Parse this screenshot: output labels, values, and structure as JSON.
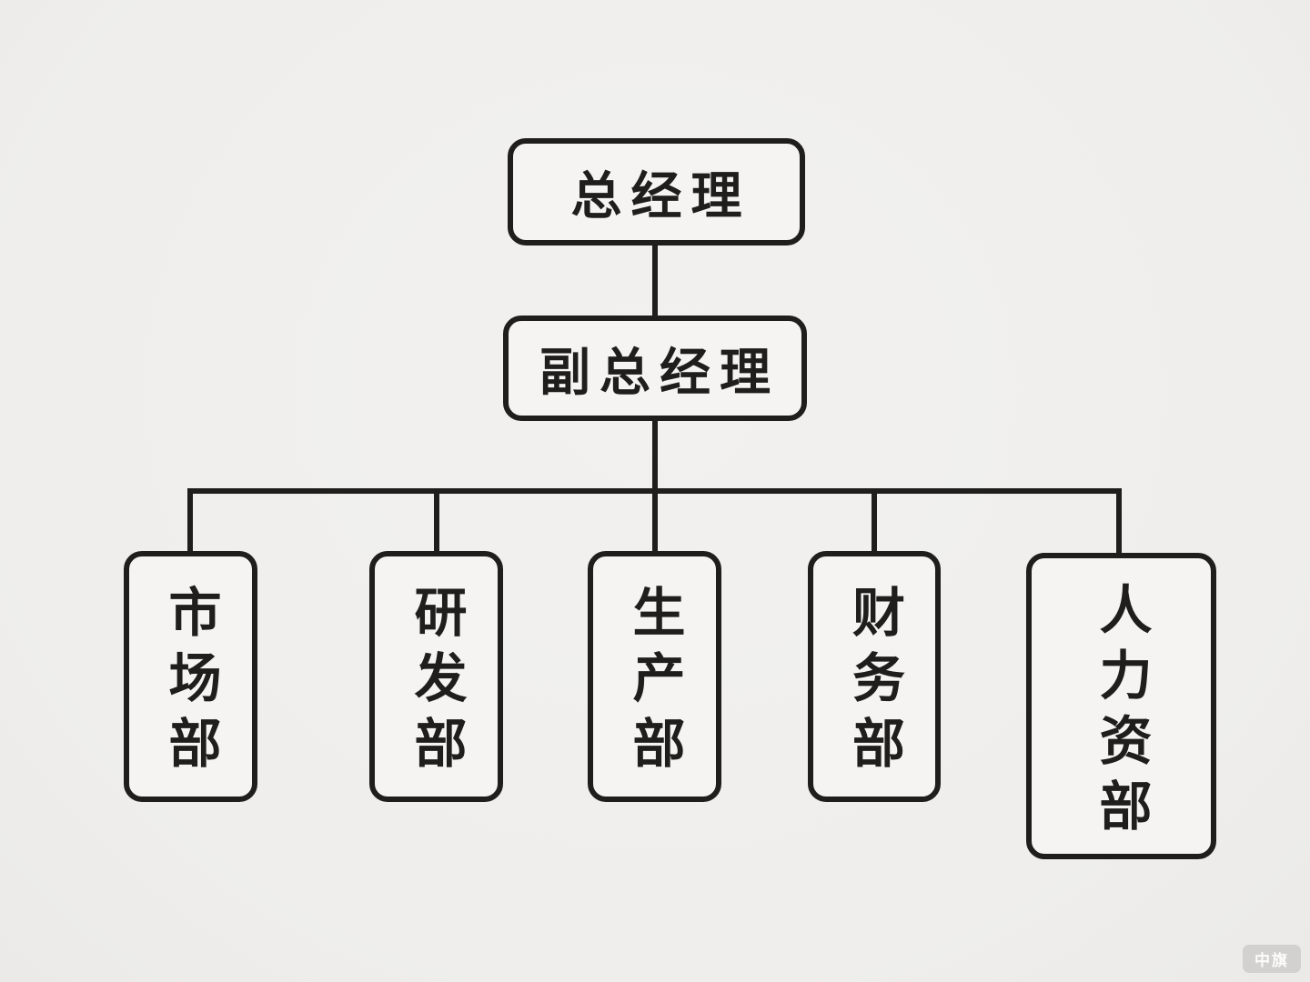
{
  "page": {
    "background_color": "#f0efed",
    "box_fill_color": "#f5f4f2",
    "line_color": "#1f1e1c"
  },
  "org_chart": {
    "type": "organization-hierarchy",
    "level1": {
      "label": "总经理"
    },
    "level2": {
      "label": "副总经理"
    },
    "departments": [
      {
        "label": "市场部"
      },
      {
        "label": "研发部"
      },
      {
        "label": "生产部"
      },
      {
        "label": "财务部"
      },
      {
        "label": "人力资部"
      }
    ]
  },
  "watermark": {
    "label": "中旗"
  }
}
